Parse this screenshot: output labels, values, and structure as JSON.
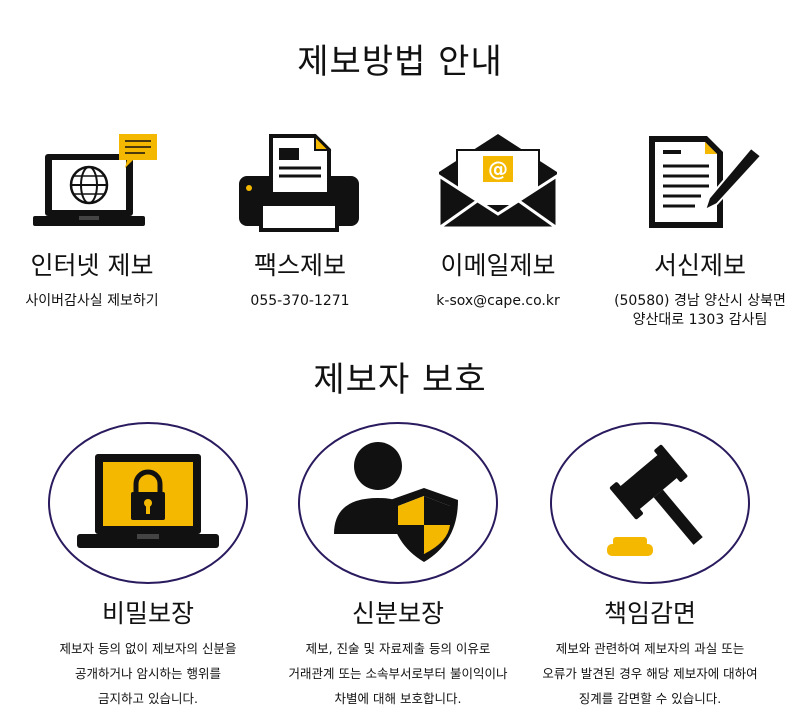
{
  "section1": {
    "title": "제보방법 안내"
  },
  "methods": [
    {
      "label": "인터넷 제보",
      "detail": "사이버감사실 제보하기"
    },
    {
      "label": "팩스제보",
      "detail": "055-370-1271"
    },
    {
      "label": "이메일제보",
      "detail": "k-sox@cape.co.kr"
    },
    {
      "label": "서신제보",
      "detail_line1": "(50580) 경남 양산시 상북면",
      "detail_line2": "양산대로 1303 감사팀"
    }
  ],
  "section2": {
    "title": "제보자 보호"
  },
  "protections": [
    {
      "label": "비밀보장",
      "lines": [
        "제보자 등의 없이 제보자의 신분을",
        "공개하거나 암시하는 행위를",
        "금지하고 있습니다."
      ]
    },
    {
      "label": "신분보장",
      "lines": [
        "제보, 진술 및 자료제출 등의 이유로",
        "거래관계 또는 소속부서로부터 불이익이나",
        "차별에 대해 보호합니다."
      ]
    },
    {
      "label": "책임감면",
      "lines": [
        "제보와 관련하여 제보자의 과실 또는",
        "오류가 발견된 경우 해당 제보자에 대하여",
        "징계를 감면할 수 있습니다."
      ]
    }
  ],
  "colors": {
    "accent": "#f5b800",
    "dark": "#111111",
    "circle": "#2a1a5e"
  },
  "icons": [
    "laptop-globe-icon",
    "fax-icon",
    "email-icon",
    "letter-pen-icon",
    "laptop-lock-icon",
    "user-shield-icon",
    "gavel-icon"
  ]
}
